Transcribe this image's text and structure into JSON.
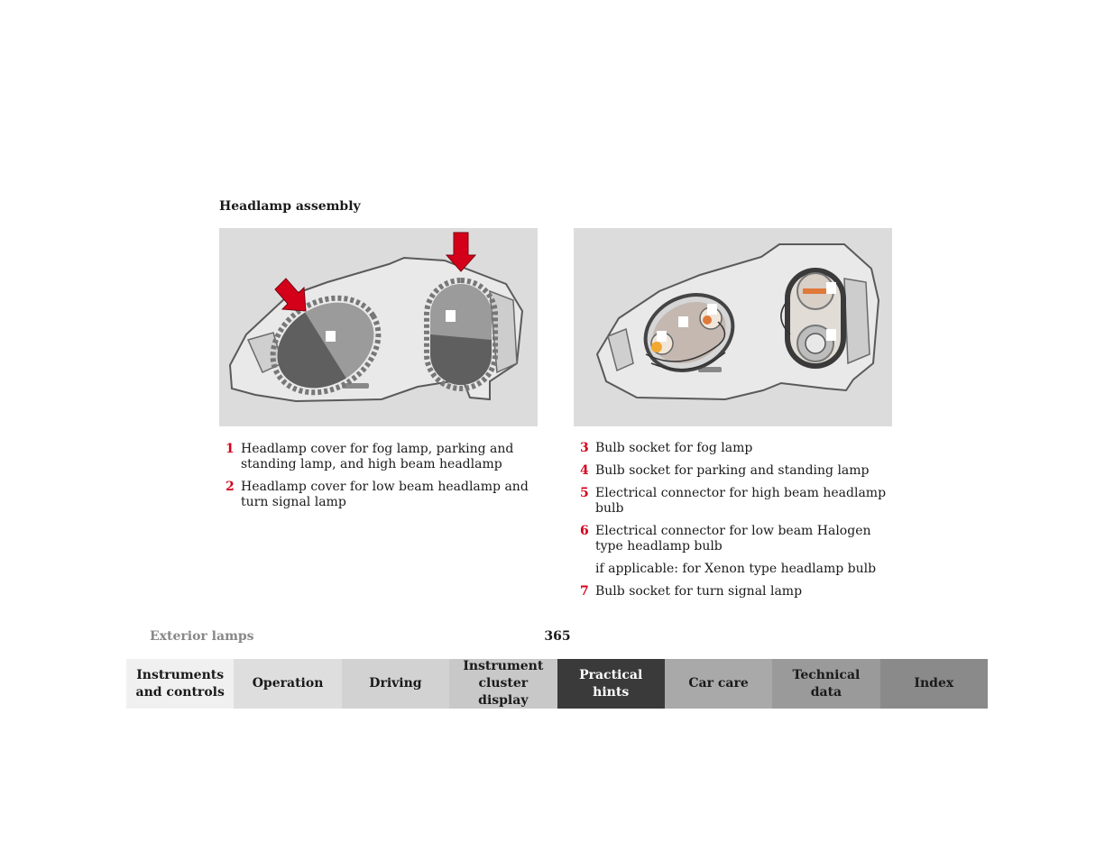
{
  "heading": "Headlamp assembly",
  "legend_left": [
    {
      "num": "1",
      "text": "Headlamp cover for fog lamp, parking and standing lamp, and high beam headlamp"
    },
    {
      "num": "2",
      "text": "Headlamp cover for low beam headlamp and turn signal lamp"
    }
  ],
  "legend_right": [
    {
      "num": "3",
      "text": "Bulb socket for fog lamp"
    },
    {
      "num": "4",
      "text": "Bulb socket for parking and standing lamp"
    },
    {
      "num": "5",
      "text": "Electrical connector for high beam headlamp bulb"
    },
    {
      "num": "6",
      "text": "Electrical connector for low beam Halogen type headlamp bulb",
      "note": "if applicable: for Xenon type headlamp bulb"
    },
    {
      "num": "7",
      "text": "Bulb socket for turn signal lamp"
    }
  ],
  "footer": {
    "section": "Exterior lamps",
    "page": "365"
  },
  "nav": [
    {
      "label": "Instruments\nand controls",
      "bg": "#f0f0f0",
      "fg": "#1a1a1a"
    },
    {
      "label": "Operation",
      "bg": "#dedede",
      "fg": "#1a1a1a"
    },
    {
      "label": "Driving",
      "bg": "#d2d2d2",
      "fg": "#1a1a1a"
    },
    {
      "label": "Instrument\ncluster display",
      "bg": "#c8c8c8",
      "fg": "#1a1a1a"
    },
    {
      "label": "Practical hints",
      "bg": "#3a3a3a",
      "fg": "#ffffff"
    },
    {
      "label": "Car care",
      "bg": "#a9a9a9",
      "fg": "#1a1a1a"
    },
    {
      "label": "Technical\ndata",
      "bg": "#9a9a9a",
      "fg": "#1a1a1a"
    },
    {
      "label": "Index",
      "bg": "#8a8a8a",
      "fg": "#1a1a1a"
    }
  ],
  "colors": {
    "accent": "#d4001a",
    "figure_bg": "#dcdcdc"
  }
}
